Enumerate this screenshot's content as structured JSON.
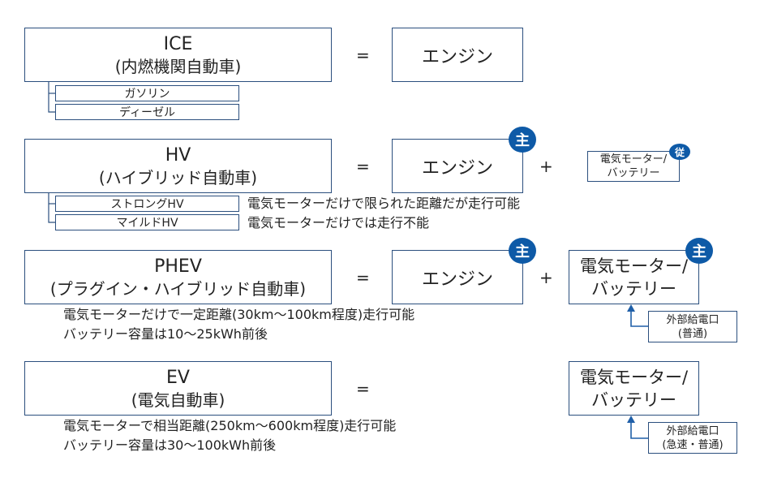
{
  "ice": {
    "title": "ICE",
    "subtitle": "(内燃機関自動車)",
    "equals": "=",
    "engine": "エンジン",
    "fuels": [
      "ガソリン",
      "ディーゼル"
    ]
  },
  "hv": {
    "title": "HV",
    "subtitle": "(ハイブリッド自動車)",
    "equals": "=",
    "engine": "エンジン",
    "engine_badge": "主",
    "plus": "+",
    "motor_line1": "電気モーター/",
    "motor_line2": "バッテリー",
    "motor_badge": "従",
    "types": [
      {
        "label": "ストロングHV",
        "note": "電気モーターだけで限られた距離だが走行可能"
      },
      {
        "label": "マイルドHV",
        "note": "電気モーターだけでは走行不能"
      }
    ]
  },
  "phev": {
    "title": "PHEV",
    "subtitle": "(プラグイン・ハイブリッド自動車)",
    "equals": "=",
    "engine": "エンジン",
    "engine_badge": "主",
    "plus": "+",
    "motor_line1": "電気モーター/",
    "motor_line2": "バッテリー",
    "motor_badge": "主",
    "supply_line1": "外部給電口",
    "supply_line2": "(普通)",
    "notes": [
      "電気モーターだけで一定距離(30km～100km程度)走行可能",
      "バッテリー容量は10～25kWh前後"
    ]
  },
  "ev": {
    "title": "EV",
    "subtitle": "(電気自動車)",
    "equals": "=",
    "motor_line1": "電気モーター/",
    "motor_line2": "バッテリー",
    "supply_line1": "外部給電口",
    "supply_line2": "(急速・普通)",
    "notes": [
      "電気モーターで相当距離(250km～600km程度)走行可能",
      "バッテリー容量は30～100kWh前後"
    ]
  },
  "colors": {
    "border": "#2b4f7e",
    "badge": "#0e5aa7",
    "arrow": "#1f5fa8"
  }
}
